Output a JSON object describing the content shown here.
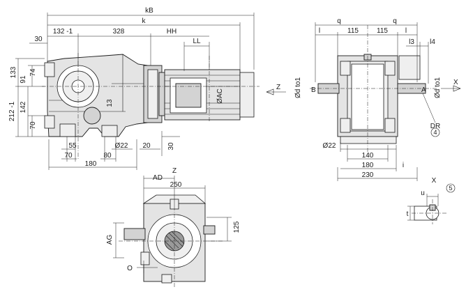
{
  "labels": {
    "kB": "kB",
    "k": "k",
    "d30_top": "30",
    "d132": "132 -1",
    "d328": "328",
    "HH": "HH",
    "LL": "LL",
    "d133": "133",
    "d74": "74",
    "d91": "91",
    "d142": "142",
    "d212": "212 -1",
    "d70_left": "70",
    "d13": "13",
    "AC": "ØAC",
    "Z_side": "Z",
    "d55": "55",
    "d70_bottom": "70",
    "d80": "80",
    "d180_left": "180",
    "d22_left": "Ø22",
    "d20": "20",
    "d30_right": "30",
    "q1": "q",
    "q2": "q",
    "l1": "l",
    "l2": "l",
    "d115a": "115",
    "d115b": "115",
    "l3": "l3",
    "l4": "l4",
    "B": "B",
    "A": "A",
    "dto1_left": "Ød to1",
    "dto1_right": "Ød to1",
    "X_side": "X",
    "DR": "DR",
    "c4": "4",
    "d22_right": "Ø22",
    "d140": "140",
    "d180_right": "180",
    "i": "i",
    "d230": "230",
    "Z_top": "Z",
    "AD": "AD",
    "d250": "250",
    "AG": "AG",
    "d125": "125",
    "O": "O",
    "X_detail": "X",
    "u": "u",
    "t": "t",
    "c5": "5"
  }
}
